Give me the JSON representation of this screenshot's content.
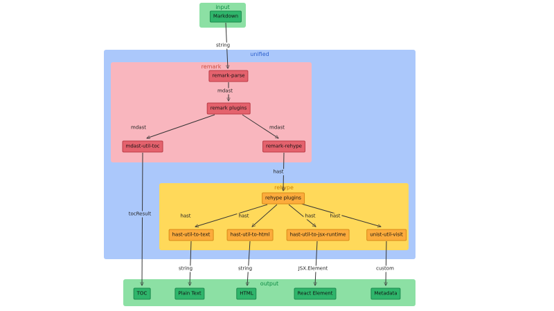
{
  "diagram": {
    "groups": {
      "input": {
        "label": "input"
      },
      "unified": {
        "label": "unified"
      },
      "remark": {
        "label": "remark"
      },
      "rehype": {
        "label": "rehype"
      },
      "output": {
        "label": "output"
      }
    },
    "nodes": {
      "markdown": {
        "label": "Markdown"
      },
      "remark_parse": {
        "label": "remark-parse"
      },
      "remark_plugins": {
        "label": "remark plugins"
      },
      "mdast_util_toc": {
        "label": "mdast-util-toc"
      },
      "remark_rehype": {
        "label": "remark-rehype"
      },
      "rehype_plugins": {
        "label": "rehype plugins"
      },
      "hast_util_to_text": {
        "label": "hast-util-to-text"
      },
      "hast_util_to_html": {
        "label": "hast-util-to-html"
      },
      "hast_util_to_jsx_runtime": {
        "label": "hast-util-to-jsx-runtime"
      },
      "unist_util_visit": {
        "label": "unist-util-visit"
      },
      "toc": {
        "label": "TOC"
      },
      "plain_text": {
        "label": "Plain Text"
      },
      "html": {
        "label": "HTML"
      },
      "react_element": {
        "label": "React Element"
      },
      "metadata": {
        "label": "Metadata"
      }
    },
    "edge_labels": {
      "markdown_to_remark_parse": "string",
      "remark_parse_to_plugins": "mdast",
      "plugins_to_mdast_util_toc": "mdast",
      "plugins_to_remark_rehype": "mdast",
      "remark_rehype_to_rehype_plugins": "hast",
      "rehype_plugins_to_text": "hast",
      "rehype_plugins_to_html": "hast",
      "rehype_plugins_to_jsx": "hast",
      "rehype_plugins_to_visit": "hast",
      "mdast_util_toc_to_toc": "tocResult",
      "text_to_plain_text": "string",
      "html_to_html": "string",
      "jsx_to_react_element": "JSX.Element",
      "visit_to_metadata": "custom"
    },
    "colors": {
      "group_green": "#8ce0a4",
      "group_green_label": "#0d8a43",
      "group_blue": "#abc8fb",
      "group_blue_label": "#2c5fcc",
      "group_pink": "#f9b6be",
      "group_pink_label": "#cc4b3d",
      "group_yellow": "#ffd95a",
      "group_yellow_label": "#c98002",
      "node_green": "#2fb56b",
      "node_red": "#e4626d",
      "node_orange": "#fcab3c",
      "edge": "#333333"
    }
  }
}
